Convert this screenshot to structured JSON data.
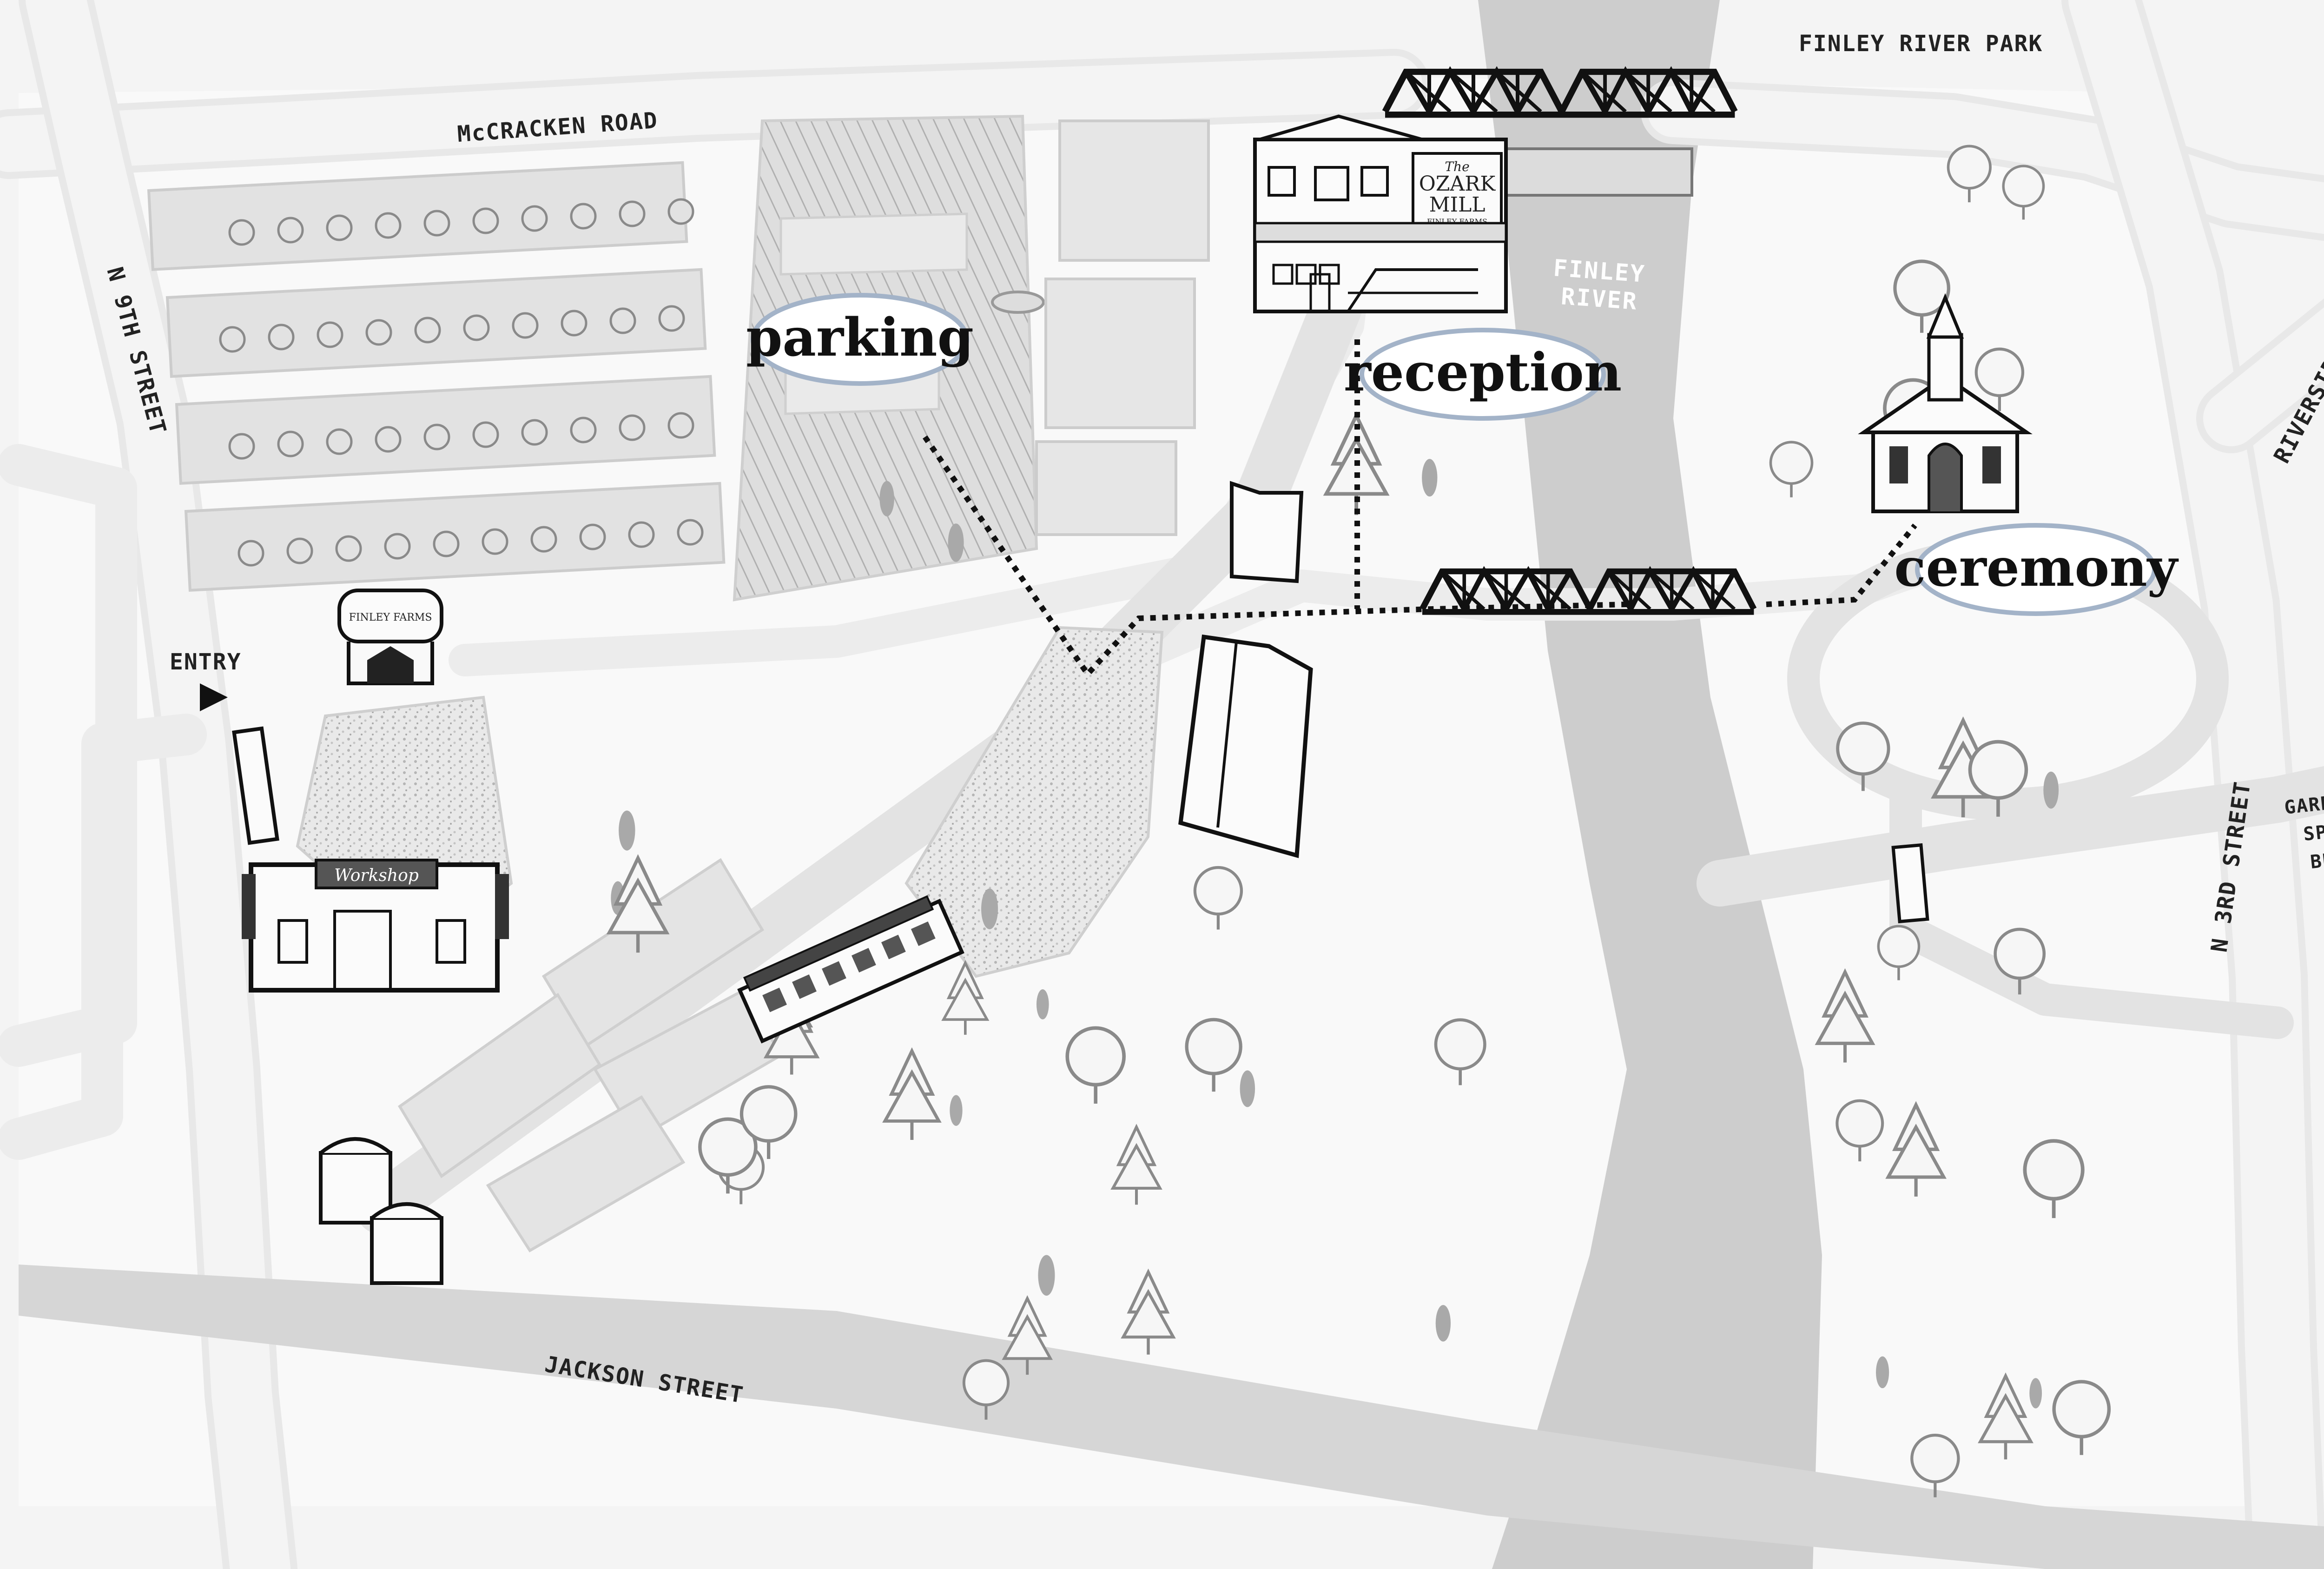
{
  "map": {
    "roads": {
      "mccracken": "McCRACKEN ROAD",
      "n9th": "N 9TH STREET",
      "jackson": "JACKSON STREET",
      "n3rd": "N 3RD STREET",
      "riverside": "RIVERSIDE RD",
      "garrison": [
        "GARRISON",
        "SPRING",
        "BRANCH"
      ]
    },
    "park": "FINLEY RIVER PARK",
    "river": [
      "FINLEY",
      "RIVER"
    ],
    "entry": "ENTRY",
    "mill_sign": [
      "The",
      "OZARK",
      "MILL",
      "FINLEY FARMS"
    ],
    "tank_sign": "FINLEY FARMS",
    "workshop_sign": "Workshop",
    "locations": {
      "parking": "parking",
      "reception": "reception",
      "ceremony": "ceremony"
    }
  }
}
